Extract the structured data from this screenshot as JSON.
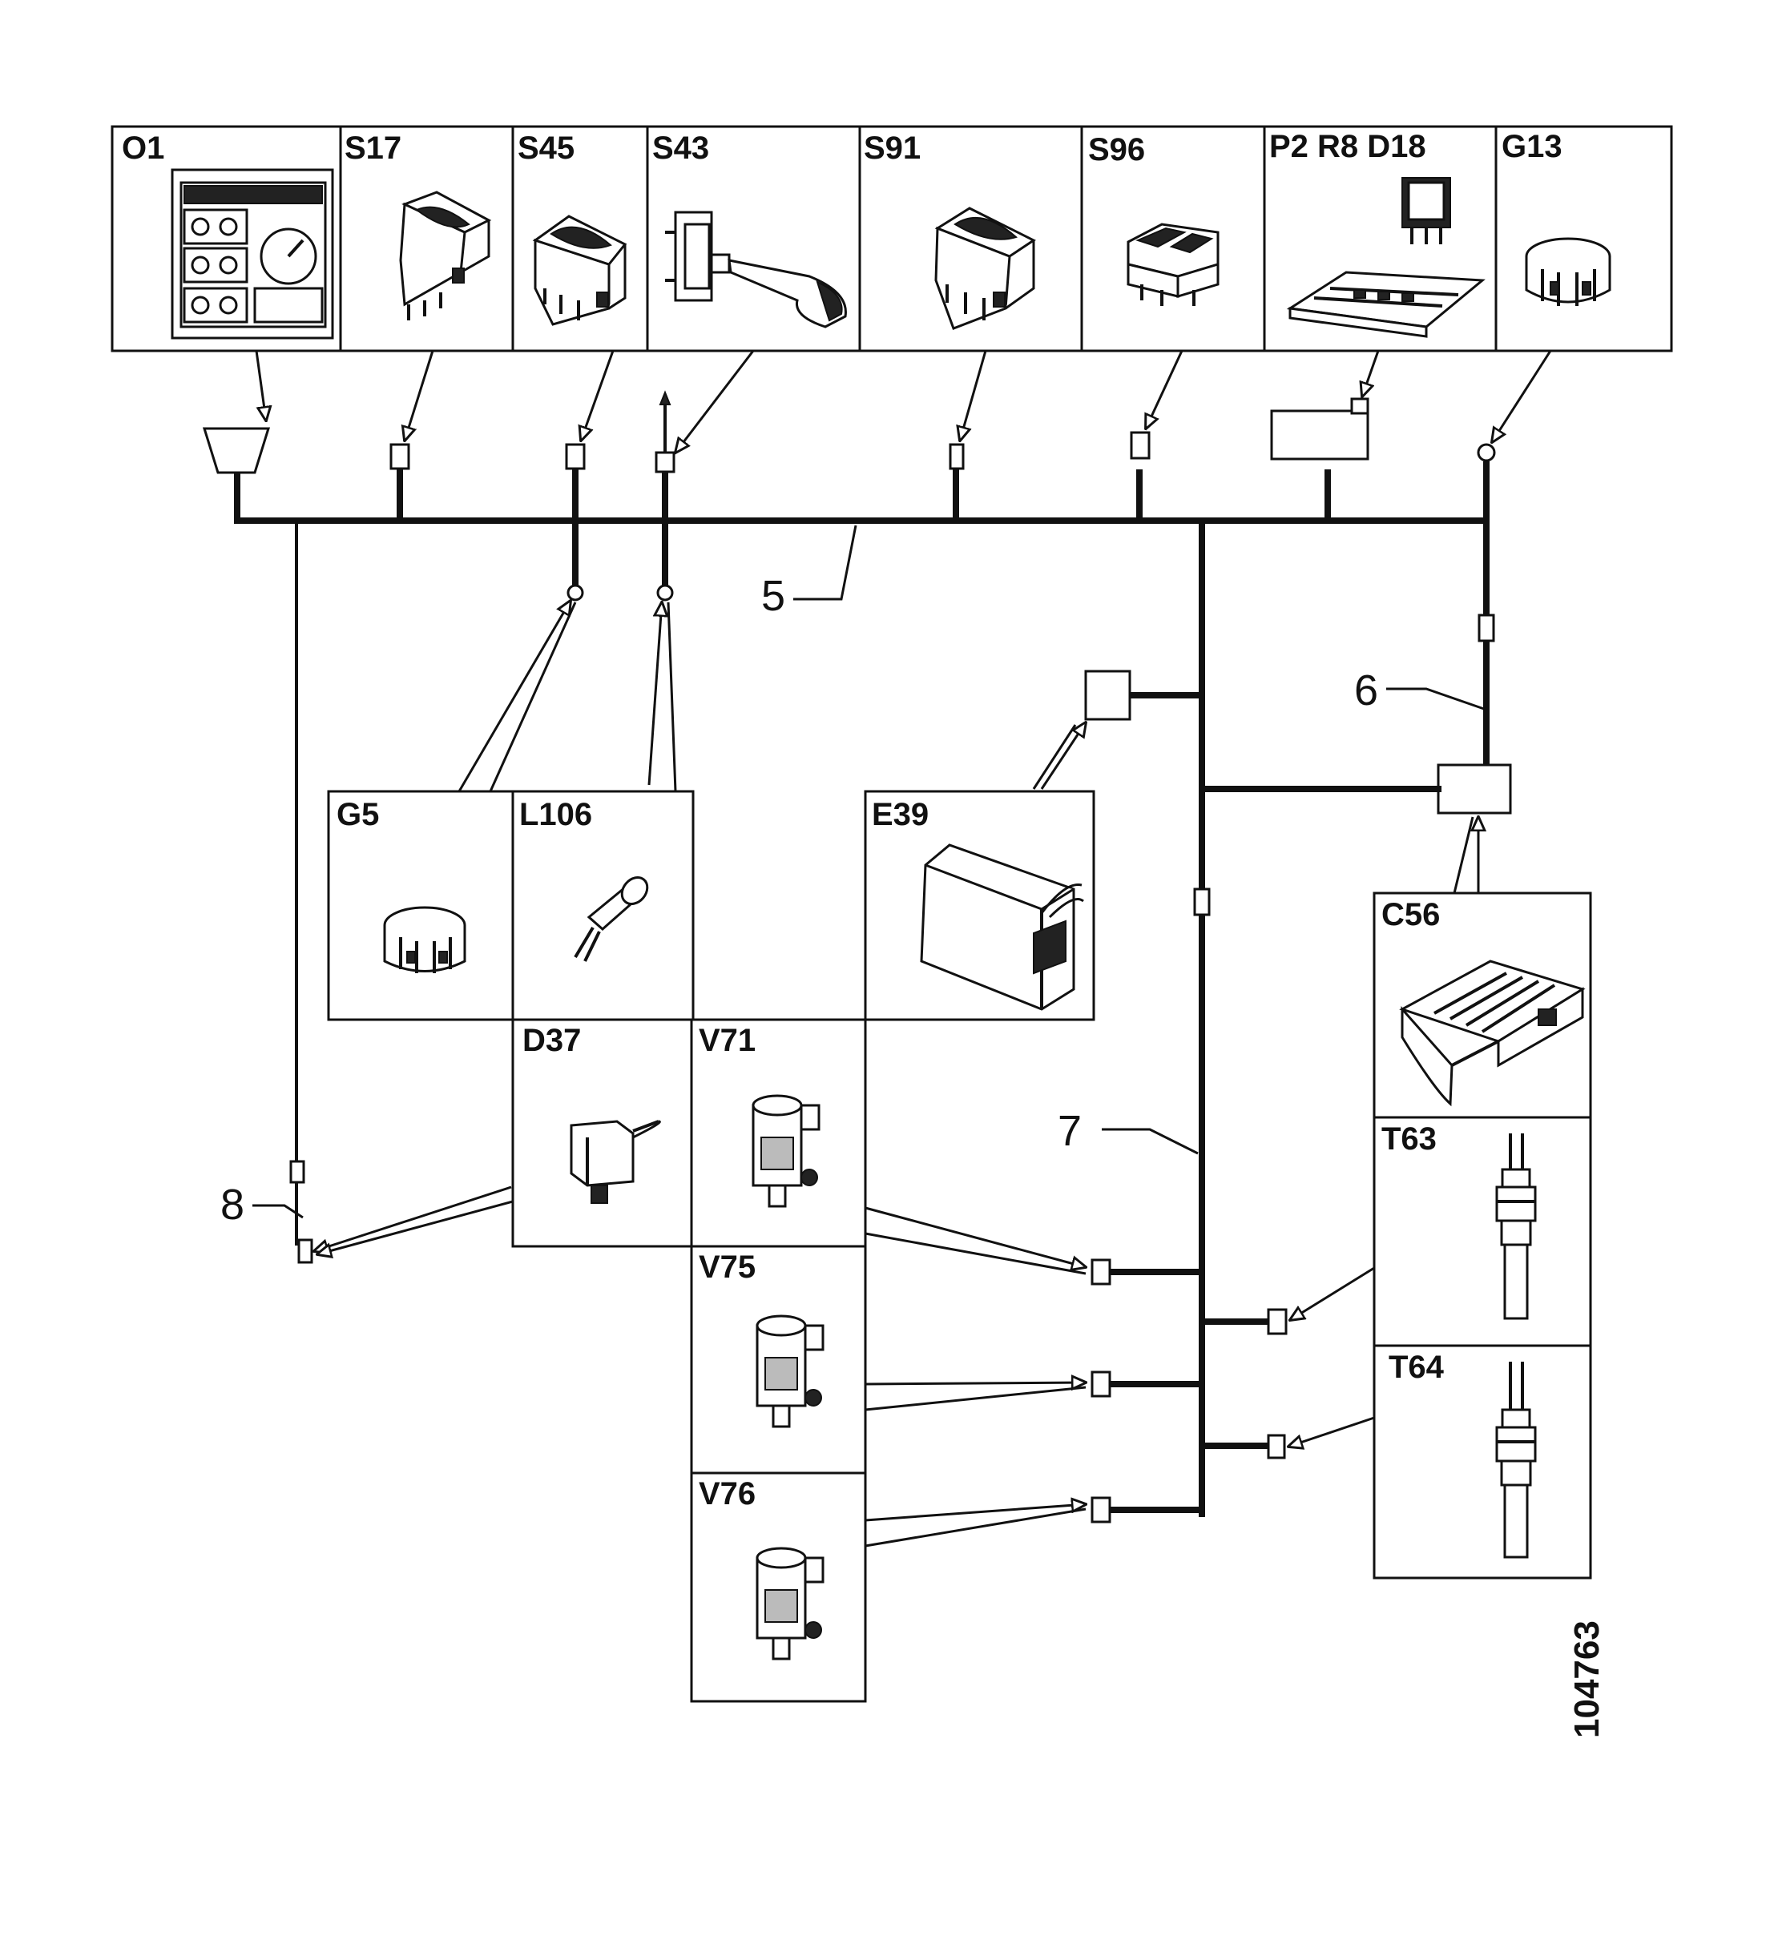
{
  "diagram": {
    "document_number": "104763",
    "components": {
      "O1": "O1",
      "S17": "S17",
      "S45": "S45",
      "S43": "S43",
      "S91": "S91",
      "S96": "S96",
      "P2_R8_D18": "P2 R8 D18",
      "G13": "G13",
      "G5": "G5",
      "L106": "L106",
      "E39": "E39",
      "D37": "D37",
      "V71": "V71",
      "V75": "V75",
      "V76": "V76",
      "C56": "C56",
      "T63": "T63",
      "T64": "T64"
    },
    "harness_callouts": {
      "h5": "5",
      "h6": "6",
      "h7": "7",
      "h8": "8"
    }
  }
}
